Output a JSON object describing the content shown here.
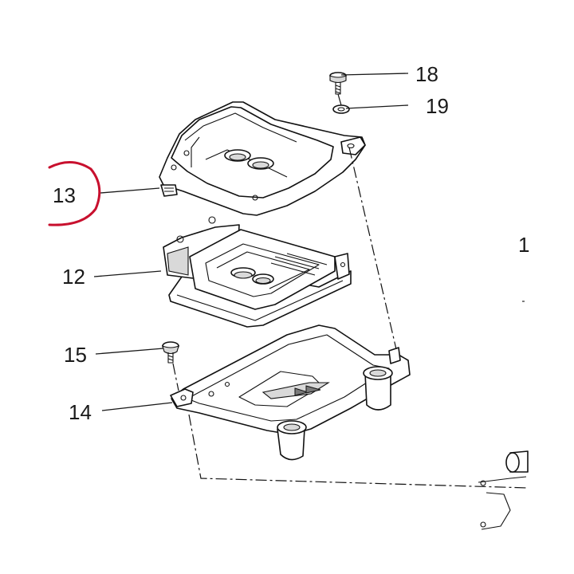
{
  "callouts": {
    "c18": "18",
    "c19": "19",
    "c13": "13",
    "c12": "12",
    "c15": "15",
    "c14": "14",
    "edge": "1"
  },
  "colors": {
    "highlight_circle": "#c8102e",
    "line": "#111111"
  },
  "highlighted_callout": "13"
}
